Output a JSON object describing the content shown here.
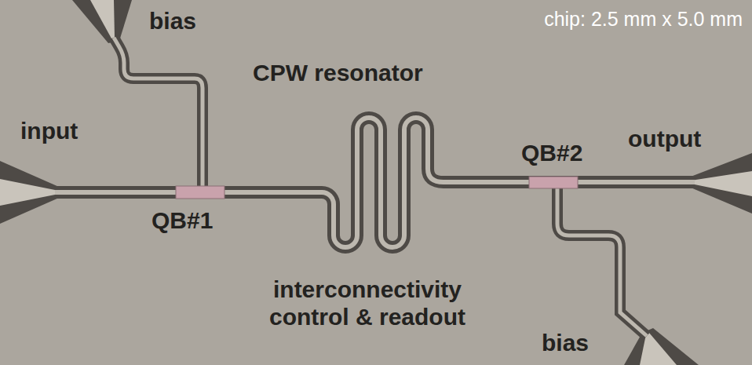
{
  "diagram": {
    "labels": [
      "bias",
      "chip: 2.5 mm x 5.0 mm",
      "CPW resonator",
      "input",
      "output",
      "QB#2",
      "QB#1",
      "interconnectivity control & readout",
      "bias"
    ]
  }
}
